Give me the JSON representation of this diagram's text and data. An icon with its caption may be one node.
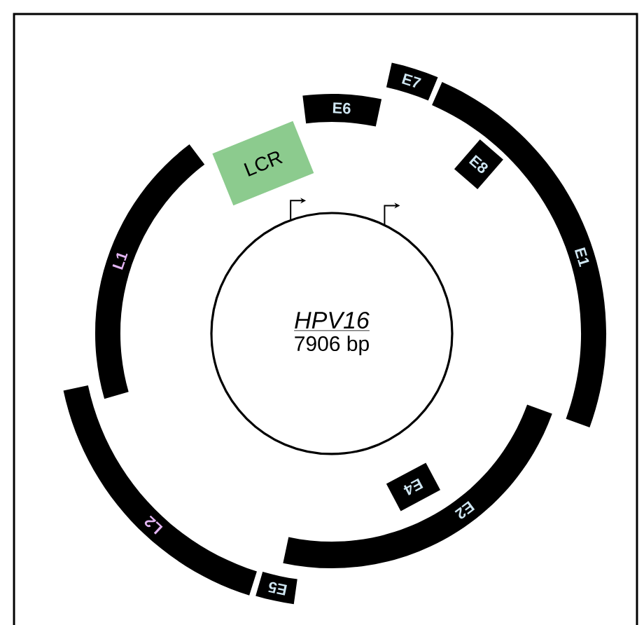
{
  "diagram": {
    "nodes": [
      {
        "text": [
          "E7"
        ]
      },
      {
        "text": [
          "E6"
        ]
      },
      {
        "text": [
          "LCR"
        ]
      },
      {
        "text": [
          "E8"
        ]
      },
      {
        "text": [
          "E1"
        ]
      },
      {
        "text": [
          "L1"
        ]
      },
      {
        "text": [
          "HPV16",
          "7906 bp"
        ]
      },
      {
        "text": [
          "E4"
        ]
      },
      {
        "text": [
          "E2"
        ]
      },
      {
        "text": [
          "L2"
        ]
      },
      {
        "text": [
          "E5"
        ]
      }
    ]
  }
}
